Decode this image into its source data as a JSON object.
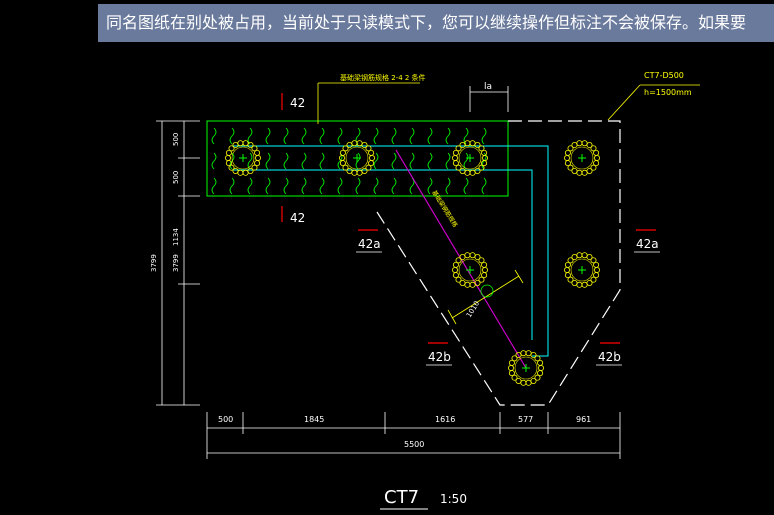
{
  "banner": {
    "message": "同名图纸在别处被占用，当前处于只读模式下，您可以继续操作但标注不会被保存。如果要"
  },
  "colors": {
    "background": "#000000",
    "banner_bg": "#6a7a9c",
    "banner_text": "#ffffff",
    "outline": "#ffffff",
    "hatch": "#00ff00",
    "pile_ring": "#ffff00",
    "pile_center": "#00ff00",
    "rebar": "#00ffff",
    "beam_line": "#cc00cc",
    "section_mark": "#ff0000",
    "dimension": "#ffffff",
    "leader": "#ffff00"
  },
  "drawing": {
    "beam_note": "基础梁钢筋规格 2-4 2 条件",
    "cap_callout_line1": "CT7-D500",
    "cap_callout_line2": "h=1500mm",
    "la_label": "la",
    "diag_beam_note": "基础梁钢筋规格",
    "diag_dim": "1010",
    "section_top_1": "42",
    "section_top_2": "42",
    "section_a_left": "42a",
    "section_a_right": "42a",
    "section_b_left": "42b",
    "section_b_right": "42b",
    "vert_dims": [
      "500",
      "500",
      "1134",
      "3799"
    ],
    "vert_total": "3799",
    "horiz_dims": [
      "500",
      "1845",
      "1616",
      "577",
      "961"
    ],
    "horiz_total": "5500",
    "title": "CT7",
    "scale": "1:50"
  }
}
